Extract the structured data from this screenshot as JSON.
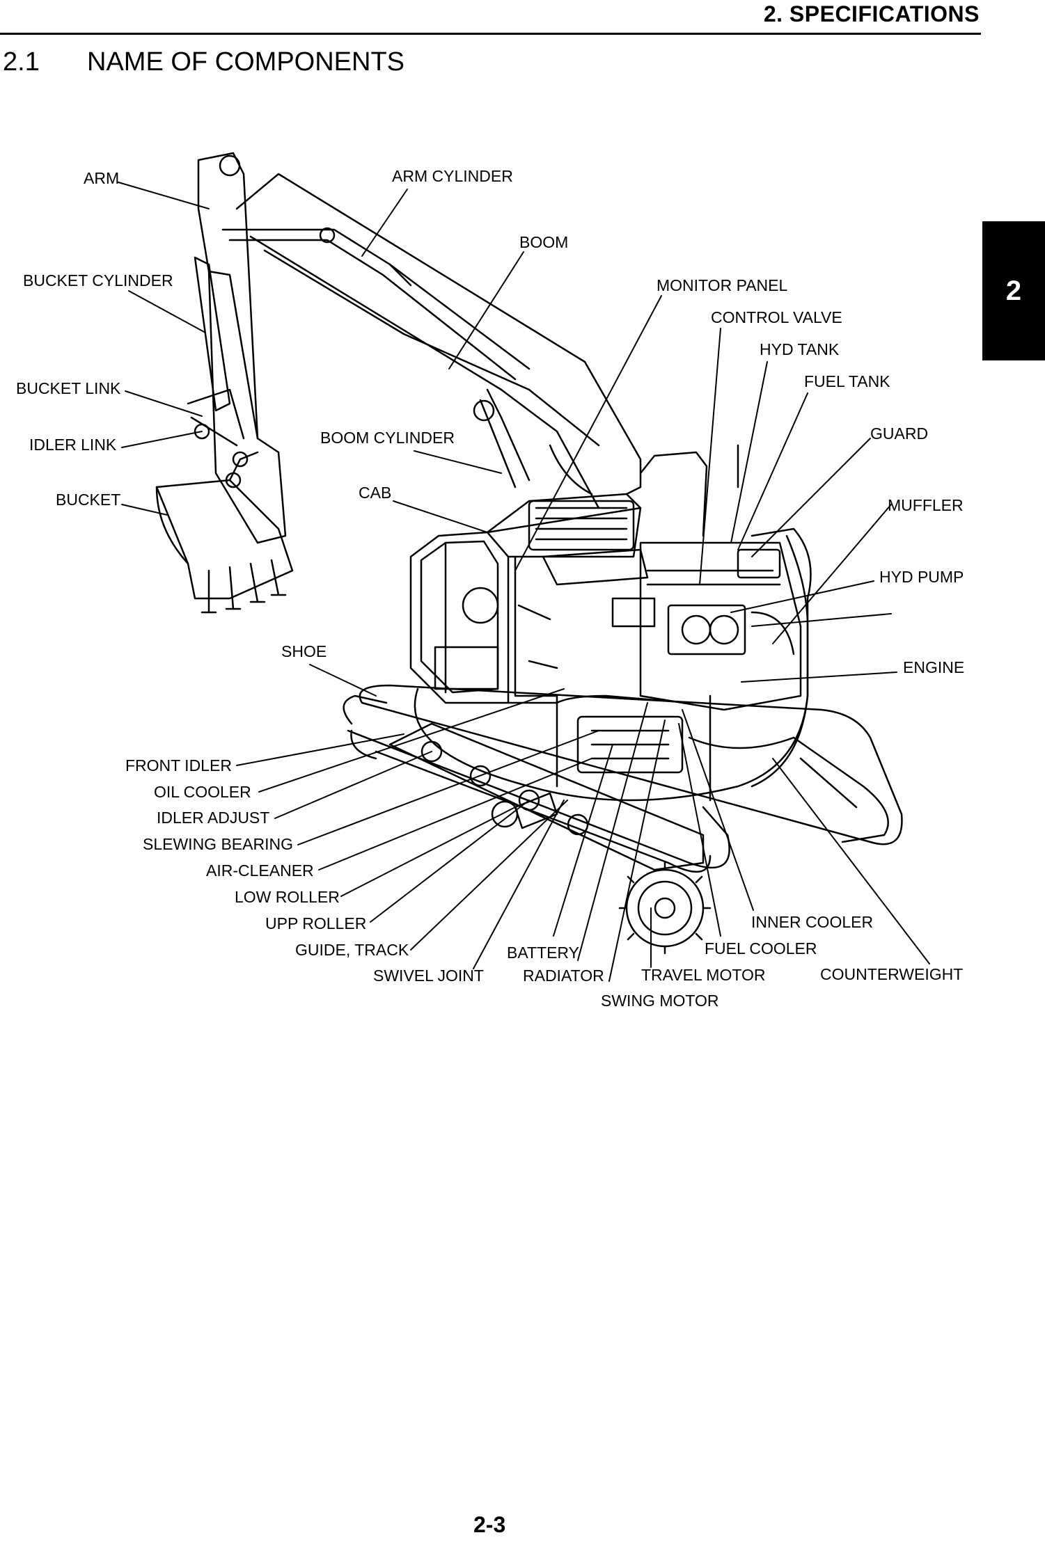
{
  "header": {
    "title": "2.  SPECIFICATIONS",
    "chapter_tab": "2"
  },
  "section": {
    "number": "2.1",
    "title": "NAME OF COMPONENTS"
  },
  "labels": {
    "arm": "ARM",
    "arm_cylinder": "ARM CYLINDER",
    "boom": "BOOM",
    "bucket_cylinder": "BUCKET CYLINDER",
    "monitor_panel": "MONITOR PANEL",
    "control_valve": "CONTROL VALVE",
    "hyd_tank": "HYD TANK",
    "bucket_link": "BUCKET LINK",
    "fuel_tank": "FUEL TANK",
    "idler_link": "IDLER LINK",
    "boom_cylinder": "BOOM CYLINDER",
    "guard": "GUARD",
    "bucket": "BUCKET",
    "cab": "CAB",
    "muffler": "MUFFLER",
    "hyd_pump": "HYD PUMP",
    "shoe": "SHOE",
    "engine": "ENGINE",
    "front_idler": "FRONT IDLER",
    "oil_cooler": "OIL COOLER",
    "idler_adjust": "IDLER ADJUST",
    "slewing_bearing": "SLEWING BEARING",
    "air_cleaner": "AIR-CLEANER",
    "low_roller": "LOW ROLLER",
    "upp_roller": "UPP ROLLER",
    "inner_cooler": "INNER COOLER",
    "guide_track": "GUIDE, TRACK",
    "battery": "BATTERY",
    "fuel_cooler": "FUEL COOLER",
    "swivel_joint": "SWIVEL JOINT",
    "radiator": "RADIATOR",
    "travel_motor": "TRAVEL MOTOR",
    "counterweight": "COUNTERWEIGHT",
    "swing_motor": "SWING MOTOR"
  },
  "footer": {
    "page_number": "2-3"
  }
}
